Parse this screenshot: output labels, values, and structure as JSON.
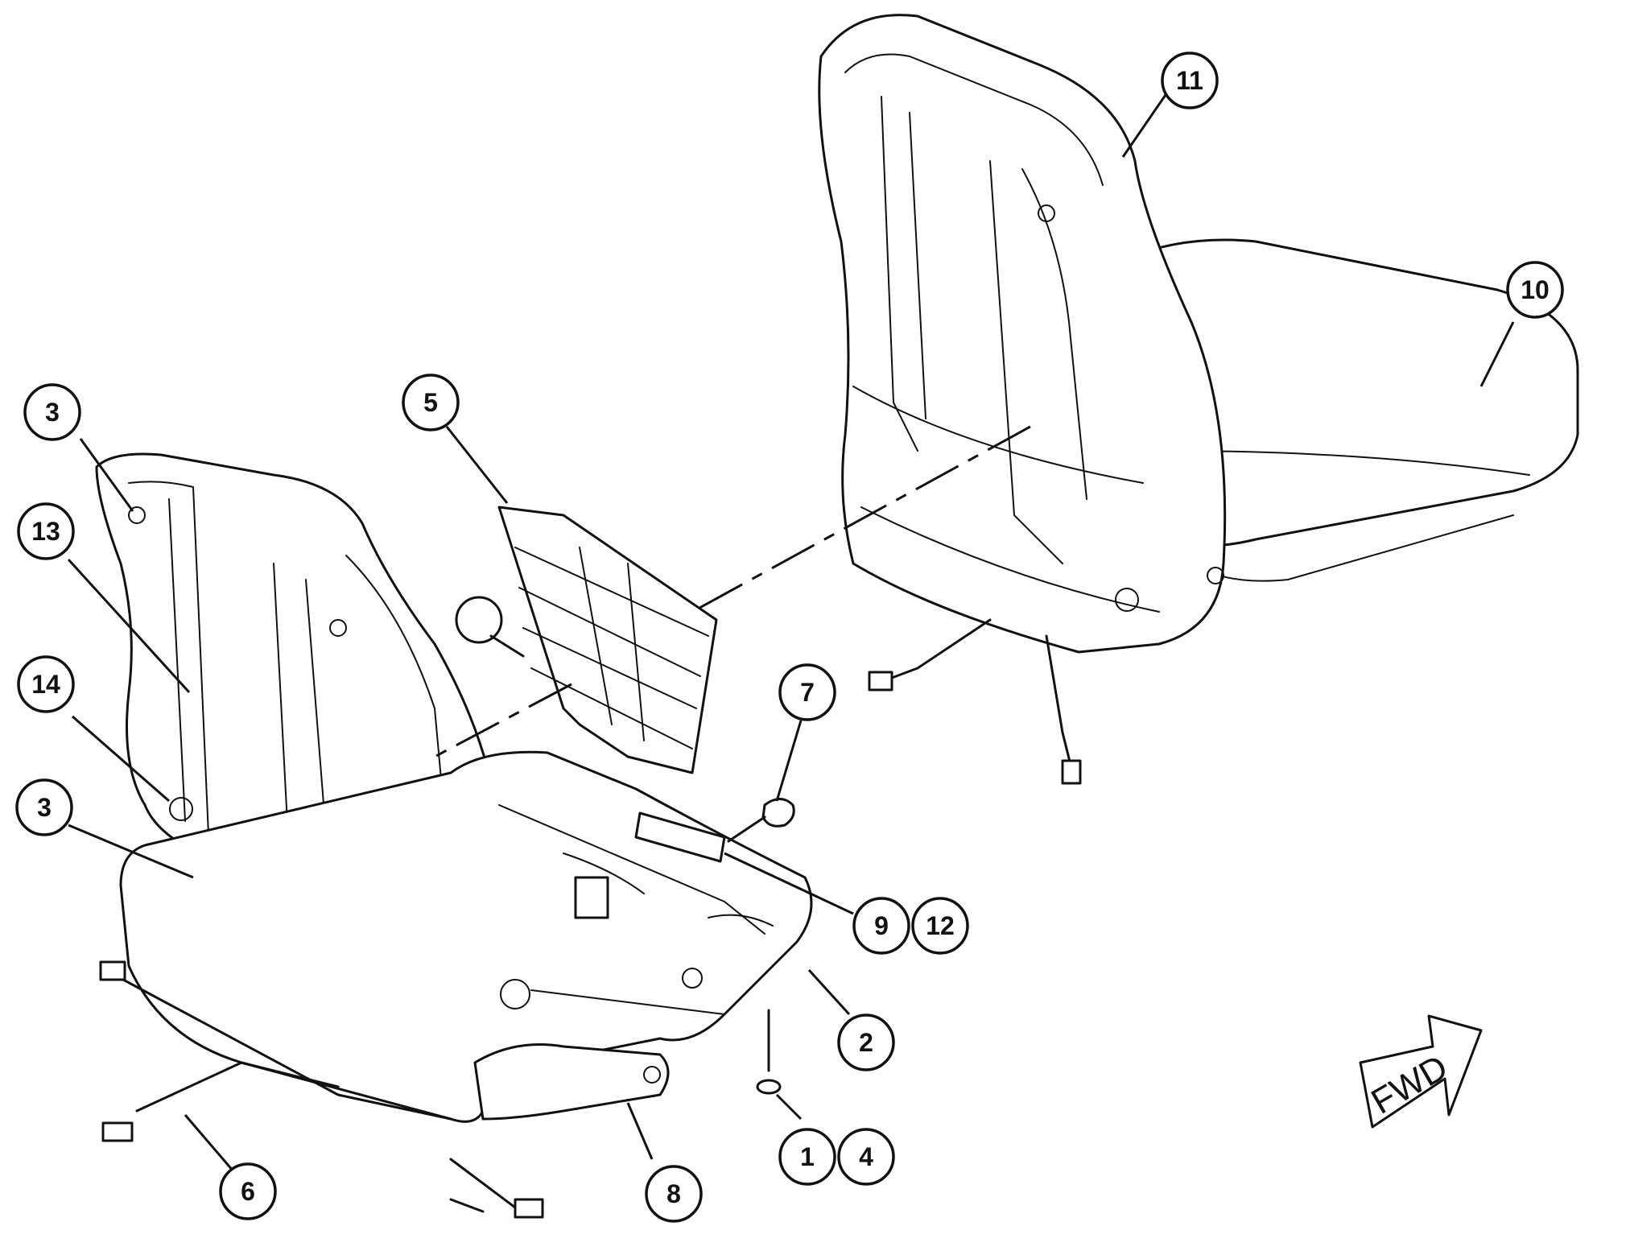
{
  "callouts": {
    "c1": "1",
    "c2": "2",
    "c3a": "3",
    "c3b": "3",
    "c4": "4",
    "c5": "5",
    "c6": "6",
    "c7": "7",
    "c8": "8",
    "c9": "9",
    "c10": "10",
    "c11": "11",
    "c12": "12",
    "c13": "13",
    "c14": "14"
  },
  "direction_arrow": {
    "label": "FWD"
  }
}
